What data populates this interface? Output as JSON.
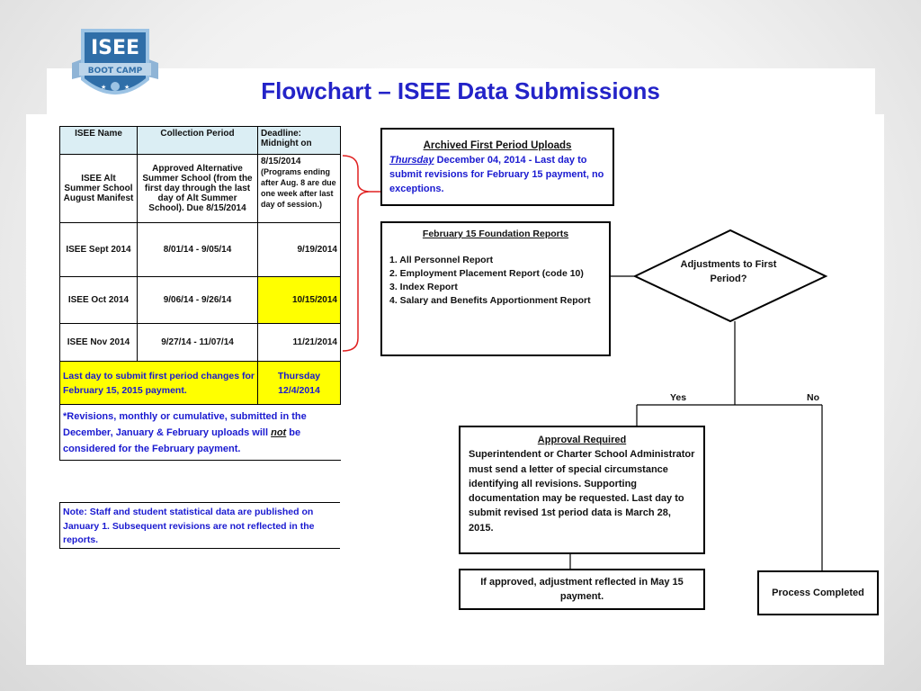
{
  "title": "Flowchart – ISEE Data Submissions",
  "logo": {
    "line1": "ISEE",
    "line2": "BOOT CAMP"
  },
  "table": {
    "headers": [
      "ISEE Name",
      "Collection Period",
      "Deadline: Midnight on"
    ],
    "rows": [
      {
        "name": "ISEE Alt Summer School August Manifest",
        "period": "Approved Alternative Summer School (from the first day through the last day of Alt Summer School). Due  8/15/2014",
        "deadline": "8/15/2014",
        "deadline_note": "(Programs ending after Aug. 8 are due one week after last day of session.)"
      },
      {
        "name": "ISEE Sept 2014",
        "period": "8/01/14 - 9/05/14",
        "deadline": "9/19/2014"
      },
      {
        "name": "ISEE Oct 2014",
        "period": "9/06/14 - 9/26/14",
        "deadline": "10/15/2014"
      },
      {
        "name": "ISEE Nov 2014",
        "period": "9/27/14 - 11/07/14",
        "deadline": "11/21/2014"
      }
    ],
    "last_day_text": "Last day to submit first period changes for February 15, 2015 payment.",
    "last_day_date": "Thursday 12/4/2014",
    "revisions_pre": "*Revisions, monthly or cumulative, submitted in the December, January & February uploads will ",
    "revisions_not": "not",
    "revisions_post": "  be considered for the February payment."
  },
  "note": "Note: Staff and student statistical data are published on January 1. Subsequent revisions are not reflected in the reports.",
  "archived": {
    "title": "Archived First Period Uploads",
    "day": "Thursday",
    "body": " December 04, 2014 - Last day to submit revisions for February 15 payment, no exceptions."
  },
  "feb": {
    "title": "February 15 Foundation Reports",
    "items": [
      "1. All Personnel Report",
      "2. Employment Placement Report (code 10)",
      "3. Index Report",
      "4. Salary and Benefits Apportionment Report"
    ]
  },
  "decision": {
    "text": "Adjustments to First Period?"
  },
  "yes_label": "Yes",
  "no_label": "No",
  "approval": {
    "title": "Approval Required",
    "body": "Superintendent or Charter School Administrator must send a letter of special circumstance identifying all revisions. Supporting documentation may be requested. Last day to submit revised 1st period data is March 28, 2015."
  },
  "if_approved": "If approved, adjustment reflected in May 15 payment.",
  "completed": "Process Completed",
  "colors": {
    "title": "#2323c8",
    "highlight": "#ffff00",
    "header": "#dbeef4",
    "bracket": "#e02020"
  }
}
